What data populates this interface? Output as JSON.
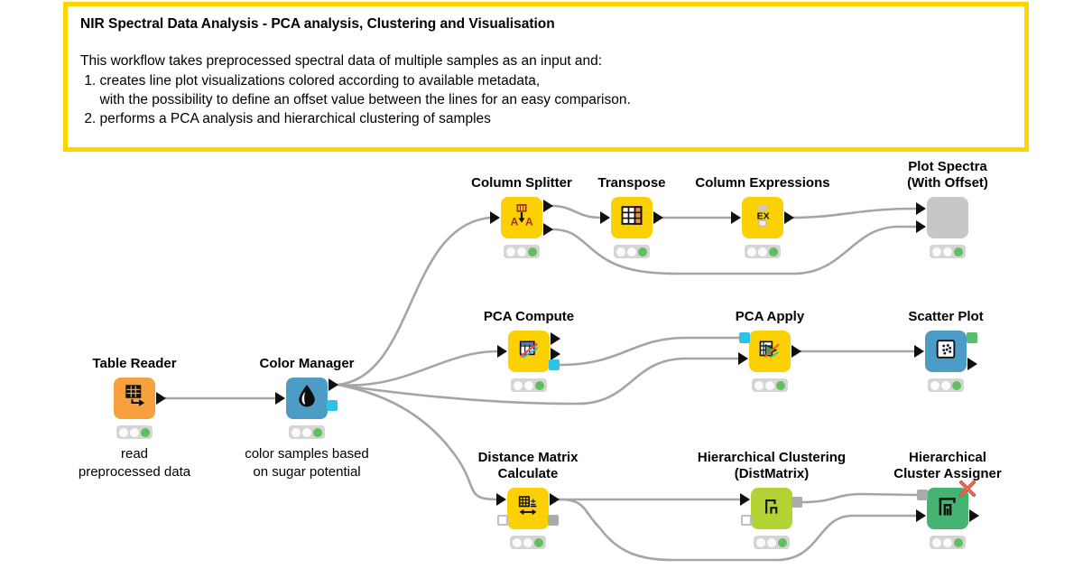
{
  "annotation": {
    "title": "NIR Spectral Data Analysis - PCA analysis, Clustering and Visualisation",
    "body": "This workflow takes preprocessed spectral data of multiple samples as an input and:\n 1. creates line plot visualizations colored according to available metadata,\n     with the possibility to define an offset value between the lines for an easy comparison.\n 2. performs a PCA analysis and hierarchical clustering of samples",
    "border_color": "#FFD500"
  },
  "nodes": {
    "table_reader": {
      "label": "Table Reader",
      "caption": "read\npreprocessed data",
      "color": "#F6A13D",
      "status": "executed"
    },
    "color_manager": {
      "label": "Color Manager",
      "caption": "color samples based\non sugar potential",
      "color": "#4C9CC6",
      "status": "executed"
    },
    "column_splitter": {
      "label": "Column Splitter",
      "color": "#FCD104",
      "status": "executed"
    },
    "transpose": {
      "label": "Transpose",
      "color": "#FCD104",
      "status": "executed"
    },
    "column_expressions": {
      "label": "Column Expressions",
      "color": "#FCD104",
      "status": "executed"
    },
    "plot_spectra": {
      "label": "Plot Spectra\n(With Offset)",
      "color": "#C7C7C7",
      "status": "executed"
    },
    "pca_compute": {
      "label": "PCA Compute",
      "color": "#FCD104",
      "status": "executed"
    },
    "pca_apply": {
      "label": "PCA Apply",
      "color": "#FCD104",
      "status": "executed"
    },
    "scatter_plot": {
      "label": "Scatter Plot",
      "color": "#4C9CC6",
      "status": "executed"
    },
    "distance_matrix": {
      "label": "Distance Matrix\nCalculate",
      "color": "#FCD104",
      "status": "executed"
    },
    "hier_clustering": {
      "label": "Hierarchical Clustering\n(DistMatrix)",
      "color": "#B3D234",
      "status": "executed"
    },
    "hier_cluster_assigner": {
      "label": "Hierarchical\nCluster Assigner",
      "color": "#45B472",
      "status": "executed"
    }
  },
  "connections": [
    {
      "from": "Table Reader",
      "to": "Color Manager"
    },
    {
      "from": "Color Manager",
      "to": "Column Splitter"
    },
    {
      "from": "Color Manager",
      "to": "PCA Compute"
    },
    {
      "from": "Color Manager",
      "to": "PCA Apply"
    },
    {
      "from": "Color Manager",
      "to": "Distance Matrix Calculate"
    },
    {
      "from": "Column Splitter",
      "to": "Transpose"
    },
    {
      "from": "Column Splitter",
      "to": "Plot Spectra (With Offset)"
    },
    {
      "from": "Transpose",
      "to": "Column Expressions"
    },
    {
      "from": "Column Expressions",
      "to": "Plot Spectra (With Offset)"
    },
    {
      "from": "PCA Compute",
      "to": "PCA Apply"
    },
    {
      "from": "PCA Apply",
      "to": "Scatter Plot"
    },
    {
      "from": "Distance Matrix Calculate",
      "to": "Hierarchical Clustering (DistMatrix)"
    },
    {
      "from": "Distance Matrix Calculate",
      "to": "Hierarchical Cluster Assigner"
    },
    {
      "from": "Hierarchical Clustering (DistMatrix)",
      "to": "Hierarchical Cluster Assigner"
    }
  ],
  "colors": {
    "annotation_border": "#FFD500",
    "yellow_node": "#FCD104",
    "orange_node": "#F6A13D",
    "blue_node": "#4C9CC6",
    "gray_node": "#C7C7C7",
    "lime_node": "#B3D234",
    "green_node": "#45B472",
    "cyan_port": "#2BC3E9",
    "green_port": "#57BE6E",
    "wire": "#A5A5A5",
    "status_executed": "#5FBF5F"
  }
}
